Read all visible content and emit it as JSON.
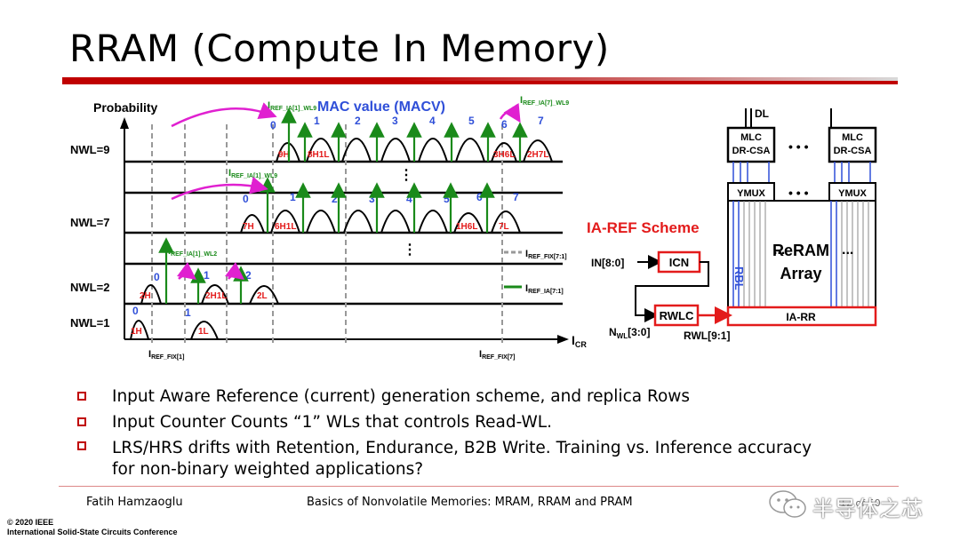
{
  "slide": {
    "title": "RRAM (Compute In Memory)"
  },
  "figure_left": {
    "y_axis_label": "Probability",
    "x_axis_label_main": "I",
    "x_axis_label_sub": "CR",
    "mac_title": "MAC value (MACV)",
    "rows": [
      {
        "label": "NWL=9"
      },
      {
        "label": "NWL=7"
      },
      {
        "label": "NWL=2"
      },
      {
        "label": "NWL=1"
      }
    ],
    "nwl9": {
      "numbers": [
        "0",
        "1",
        "2",
        "3",
        "4",
        "5",
        "6",
        "7"
      ],
      "lobe_labels": [
        "9H",
        "8H1L",
        "3H6L",
        "2H7L"
      ],
      "iref_main": "I",
      "iref_sub": "REF_IA[1]_WL9",
      "iref7_main": "I",
      "iref7_sub": "REF_IA[7]_WL9"
    },
    "nwl7": {
      "numbers": [
        "0",
        "1",
        "2",
        "3",
        "4",
        "5",
        "6",
        "7"
      ],
      "lobe_labels": [
        "7H",
        "6H1L",
        "1H6L",
        "7L"
      ],
      "iref_main": "I",
      "iref_sub": "REF_IA[1]_WL9"
    },
    "nwl2": {
      "numbers": [
        "0",
        "1",
        "2"
      ],
      "lobe_labels": [
        "2H",
        "2H1L",
        "2L"
      ],
      "iref_main": "I",
      "iref_sub": "REF_IA[1]_WL2"
    },
    "nwl1": {
      "numbers": [
        "0",
        "1"
      ],
      "lobe_labels": [
        "1H",
        "1L"
      ]
    },
    "vdots": "⋮",
    "legend": [
      {
        "main": "I",
        "sub": "REF_FIX[7:1]",
        "style": "dashed",
        "color": "#999999"
      },
      {
        "main": "I",
        "sub": "REF_IA[7:1]",
        "style": "solid",
        "color": "#1a8a1a"
      }
    ],
    "bottom_labels": [
      {
        "main": "I",
        "sub": "REF_FIX[1]"
      },
      {
        "main": "I",
        "sub": "REF_FIX[7]"
      }
    ]
  },
  "figure_right": {
    "dl_label": "DL",
    "mlc_line1": "MLC",
    "mlc_line2": "DR-CSA",
    "ymux": "YMUX",
    "dots": "• • •",
    "scheme_title": "IA-REF Scheme",
    "in_label": "IN[8:0]",
    "icn": "ICN",
    "rwlc": "RWLC",
    "nwl_main": "N",
    "nwl_sub": "WL",
    "nwl_rest": "[3:0]",
    "rwl_label": "RWL[9:1]",
    "array_line1": "ReRAM",
    "array_line2": "Array",
    "rbl": "RBL",
    "ia_rr": "IA-RR",
    "array_dots": "...",
    "colors": {
      "red": "#e31b1b",
      "blue": "#2f4fd8",
      "green": "#1a8a1a",
      "magenta": "#e020d0"
    }
  },
  "bullets": [
    {
      "text": "Input Aware Reference (current) generation scheme, and replica Rows"
    },
    {
      "text": "Input Counter Counts “1” WLs that controls Read-WL."
    },
    {
      "text": "LRS/HRS drifts with Retention, Endurance, B2B Write. Training vs. Inference accuracy",
      "cont": "for non-binary weighted applications?"
    }
  ],
  "footer": {
    "author": "Fatih Hamzaoglu",
    "center": "Basics of Nonvolatile Memories: MRAM, RRAM and PRAM",
    "page": "12 of 50",
    "copyright_line1": "© 2020 IEEE",
    "copyright_line2": "International Solid-State Circuits Conference",
    "watermark": "半导体之芯"
  }
}
